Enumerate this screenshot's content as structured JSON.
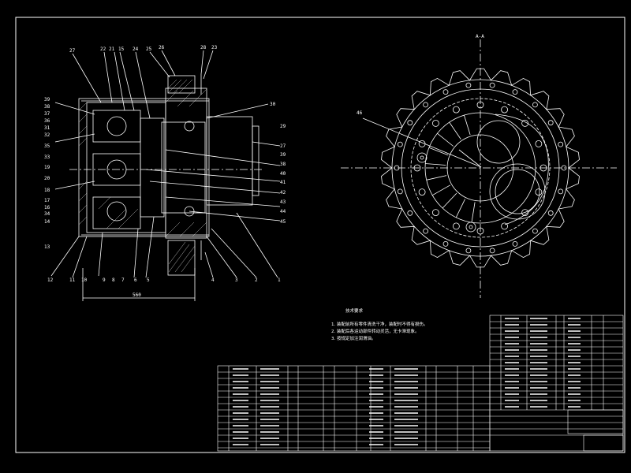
{
  "colors": {
    "background": "#000000",
    "line": "#ffffff",
    "hatch": "#c8c8c8"
  },
  "section_label": "A-A",
  "notes": {
    "title": "技术要求",
    "items": [
      "1. 装配前所有零件清洗干净，装配时不得有损伤。",
      "2. 装配后各运动部件转动灵活，无卡滞现象。",
      "3. 按规定加注润滑油。"
    ]
  },
  "dimension": "560",
  "callouts_left_top": [
    "27",
    "22",
    "21",
    "15",
    "24",
    "25",
    "26",
    "28",
    "23"
  ],
  "callouts_left_side": [
    "39",
    "38",
    "37",
    "36",
    "31",
    "32",
    "35",
    "33",
    "19",
    "20",
    "18",
    "17",
    "16",
    "34",
    "14",
    "13"
  ],
  "callouts_right_side": [
    "30",
    "29",
    "27",
    "39",
    "38",
    "40",
    "41",
    "42",
    "43",
    "44",
    "45"
  ],
  "callouts_bottom": [
    "12",
    "11",
    "10",
    "9",
    "8",
    "7",
    "6",
    "5",
    "4",
    "3",
    "2",
    "1"
  ],
  "callouts_section": [
    "46"
  ]
}
